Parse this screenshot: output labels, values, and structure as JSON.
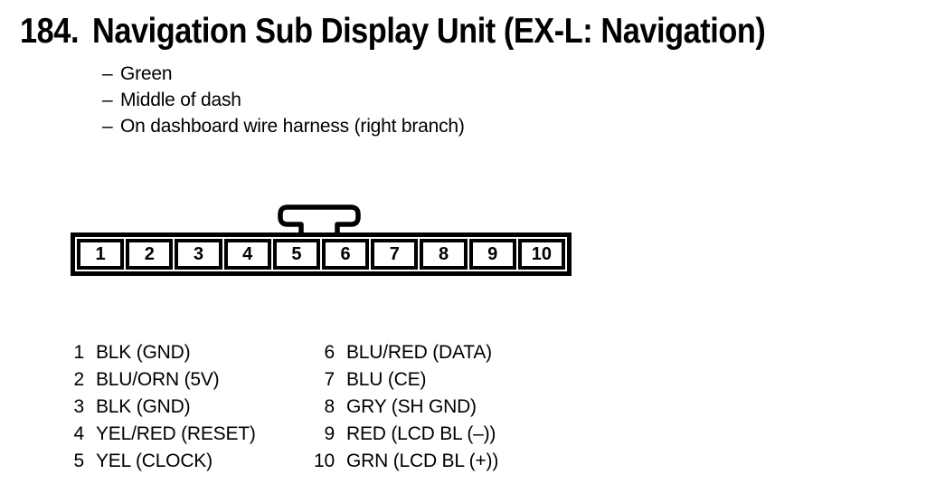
{
  "colors": {
    "ink": "#000000",
    "paper": "#ffffff"
  },
  "header": {
    "number": "184.",
    "title": "Navigation Sub Display Unit (EX-L: Navigation)"
  },
  "notes": {
    "bullet": "–",
    "items": [
      "Green",
      "Middle of dash",
      "On dashboard wire harness (right branch)"
    ]
  },
  "connector": {
    "pins": [
      "1",
      "2",
      "3",
      "4",
      "5",
      "6",
      "7",
      "8",
      "9",
      "10"
    ]
  },
  "pin_table": {
    "left": [
      {
        "pin": "1",
        "label": "BLK (GND)"
      },
      {
        "pin": "2",
        "label": "BLU/ORN (5V)"
      },
      {
        "pin": "3",
        "label": "BLK (GND)"
      },
      {
        "pin": "4",
        "label": "YEL/RED (RESET)"
      },
      {
        "pin": "5",
        "label": "YEL (CLOCK)"
      }
    ],
    "right": [
      {
        "pin": "6",
        "label": "BLU/RED (DATA)"
      },
      {
        "pin": "7",
        "label": "BLU (CE)"
      },
      {
        "pin": "8",
        "label": "GRY (SH GND)"
      },
      {
        "pin": "9",
        "label": "RED (LCD BL (–))"
      },
      {
        "pin": "10",
        "label": "GRN (LCD BL (+))"
      }
    ]
  }
}
